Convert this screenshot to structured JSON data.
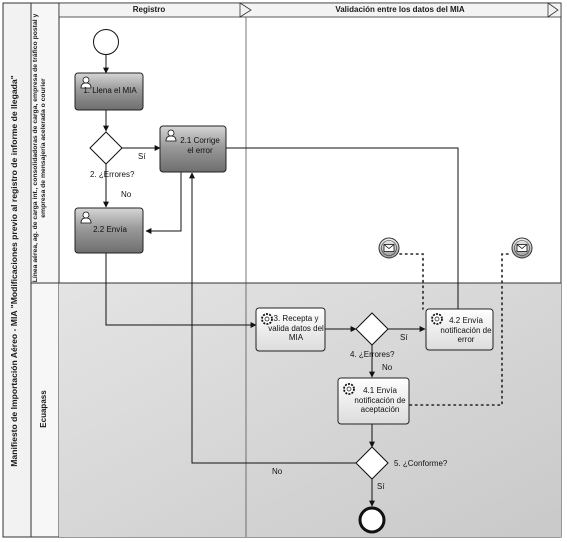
{
  "pool": {
    "title": "Manifiesto de Importación Aéreo - MIA \"Modificaciones previo al registro de informe de llegada\""
  },
  "lanes": {
    "top": "Línea aérea, ag. de carga int., consolidadoras de carga, empresa de tráfico postal y empresa de mensajería acelerada o courier",
    "bottom": "Ecuapass"
  },
  "phases": {
    "left": "Registro",
    "right": "Validación entre los datos del MIA"
  },
  "tasks": {
    "t1": "1. Llena el MIA",
    "t21": "2.1 Corrige el error",
    "t22": "2.2 Envía",
    "t3": "3. Recepta y valida datos del MIA",
    "t42": "4.2 Envía notificación de error",
    "t41": "4.1 Envía notificación de aceptación"
  },
  "gateways": {
    "g2": "2. ¿Errores?",
    "g4": "4. ¿Errores?",
    "g5": "5. ¿Conforme?"
  },
  "edge_labels": {
    "g2_yes": "Sí",
    "g2_no": "No",
    "g4_yes": "Sí",
    "g4_no": "No",
    "g5_no": "No",
    "g5_yes": "Sí"
  },
  "icons": {
    "user_task": "user-icon",
    "service_task": "gear-icon",
    "message": "envelope-icon"
  }
}
